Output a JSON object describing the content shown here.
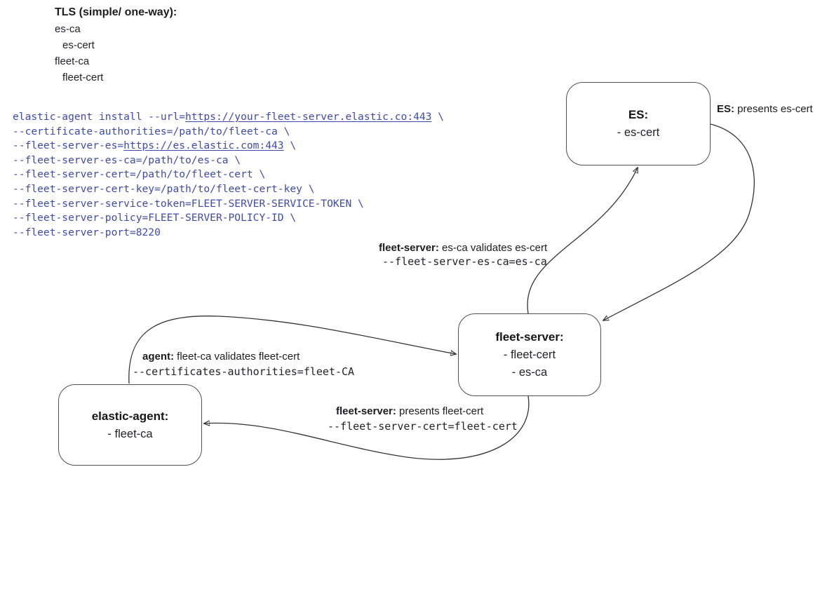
{
  "tls_list": {
    "header": "TLS (simple/ one-way):",
    "items": [
      {
        "label": "es-ca",
        "indent": false
      },
      {
        "label": "es-cert",
        "indent": true
      },
      {
        "label": "fleet-ca",
        "indent": false
      },
      {
        "label": "fleet-cert",
        "indent": true
      }
    ]
  },
  "command": {
    "text_color": "#3e4bae",
    "lines": [
      [
        {
          "t": "elastic-agent install --url="
        },
        {
          "t": "https://your-fleet-server.elastic.co:443",
          "u": true
        },
        {
          "t": " \\"
        }
      ],
      [
        {
          "t": "--certificate-authorities=/path/to/fleet-ca \\"
        }
      ],
      [
        {
          "t": "--fleet-server-es="
        },
        {
          "t": "https://es.elastic.com:443",
          "u": true
        },
        {
          "t": " \\"
        }
      ],
      [
        {
          "t": "--fleet-server-es-ca=/path/to/es-ca \\"
        }
      ],
      [
        {
          "t": "--fleet-server-cert=/path/to/fleet-cert \\"
        }
      ],
      [
        {
          "t": "--fleet-server-cert-key=/path/to/fleet-cert-key \\"
        }
      ],
      [
        {
          "t": "--fleet-server-service-token=FLEET-SERVER-SERVICE-TOKEN \\"
        }
      ],
      [
        {
          "t": "--fleet-server-policy=FLEET-SERVER-POLICY-ID \\"
        }
      ],
      [
        {
          "t": "--fleet-server-port=8220"
        }
      ]
    ]
  },
  "nodes": {
    "es": {
      "title": "ES:",
      "lines": {
        "0": "- es-cert"
      }
    },
    "fleet_server": {
      "title": "fleet-server:",
      "lines": {
        "0": "- fleet-cert",
        "1": "- es-ca"
      }
    },
    "agent": {
      "title": "elastic-agent:",
      "lines": {
        "0": "- fleet-ca"
      }
    }
  },
  "annotations": {
    "es_presents": {
      "bold": "ES:",
      "rest": " presents es-cert"
    },
    "fs_validates": {
      "bold": "fleet-server:",
      "rest": " es-ca validates es-cert",
      "mono": "--fleet-server-es-ca=es-ca"
    },
    "agent_validates": {
      "bold": "agent:",
      "rest": " fleet-ca validates fleet-cert",
      "mono": "--certificates-authorities=fleet-CA"
    },
    "fs_presents": {
      "bold": "fleet-server:",
      "rest": " presents fleet-cert",
      "mono": "--fleet-server-cert=fleet-cert"
    }
  },
  "edges": [
    {
      "from": "fleet-server",
      "to": "es"
    },
    {
      "from": "es",
      "to": "fleet-server"
    },
    {
      "from": "elastic-agent",
      "to": "fleet-server"
    },
    {
      "from": "fleet-server",
      "to": "elastic-agent"
    }
  ],
  "colors": {
    "background": "#ffffff",
    "command_text": "#3e4bae",
    "box_border": "#4e4f52",
    "arrow": "#333437",
    "text": "#1d1d1f"
  }
}
